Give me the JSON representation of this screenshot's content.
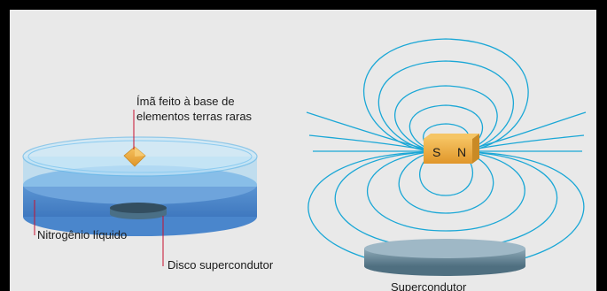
{
  "labels": {
    "magnet_line1": "Ímã feito à base de",
    "magnet_line2": "elementos terras raras",
    "nitrogen": "Nitrogênio líquido",
    "disk": "Disco supercondutor",
    "superconductor": "Supercondutor",
    "pole_s": "S",
    "pole_n": "N"
  },
  "colors": {
    "frame": "#000000",
    "background": "#e9e9e9",
    "field_lines": "#1aa7d6",
    "liquid": "#5f97d2",
    "magnet": "#f2b340",
    "leader": "#c8102e",
    "disk": "#5f7f91"
  }
}
